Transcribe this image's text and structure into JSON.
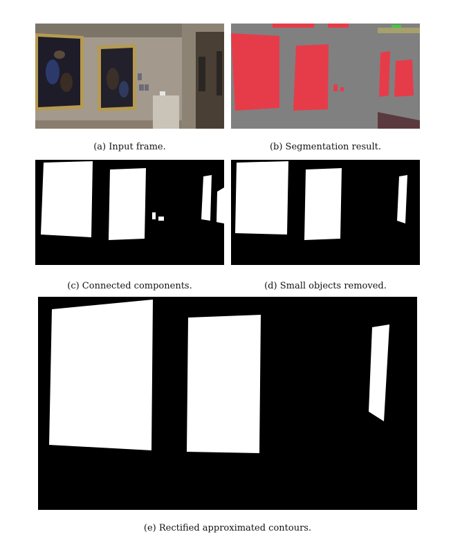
{
  "figure": {
    "panels": [
      {
        "id": "a",
        "caption": "(a) Input frame."
      },
      {
        "id": "b",
        "caption": "(b) Segmentation result."
      },
      {
        "id": "c",
        "caption": "(c) Connected components."
      },
      {
        "id": "d",
        "caption": "(d) Small objects removed."
      },
      {
        "id": "e",
        "caption": "(e) Rectified approximated contours."
      }
    ],
    "colors": {
      "mask_foreground": "#ffffff",
      "mask_background": "#000000",
      "segmentation_painting": "#e63c4a",
      "segmentation_background": "#808080"
    }
  }
}
